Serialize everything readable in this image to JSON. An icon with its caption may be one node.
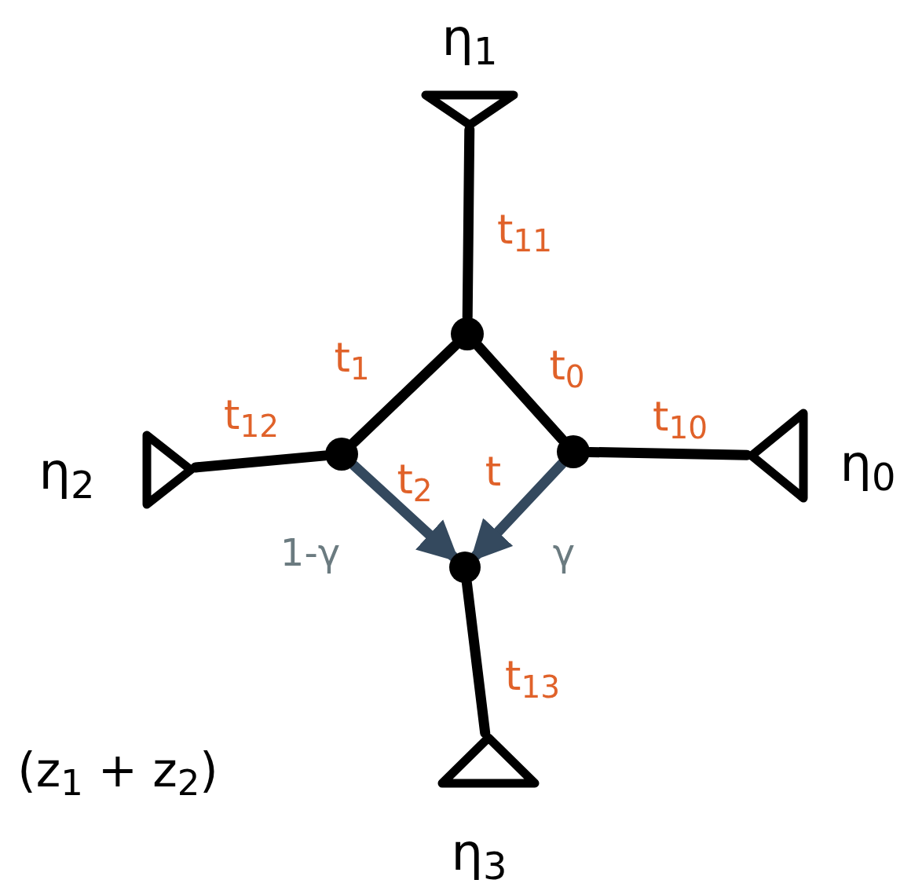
{
  "diagram": {
    "nodes": [
      {
        "text": [],
        "shape": "triangle",
        "beside": [
          "η$_{1}$"
        ]
      },
      {
        "text": [],
        "shape": "circle"
      },
      {
        "text": [],
        "shape": "circle"
      },
      {
        "text": [],
        "shape": "circle"
      },
      {
        "text": [],
        "shape": "triangle",
        "beside": [
          "η$_{2}$"
        ]
      },
      {
        "text": [],
        "shape": "triangle",
        "beside": [
          "η$_{0}$"
        ]
      },
      {
        "text": [],
        "shape": "circle"
      },
      {
        "text": [],
        "shape": "triangle",
        "beside": [
          "η$_{3}$"
        ]
      }
    ],
    "edges": [
      {
        "from": 0,
        "to": 1,
        "arrow": "none",
        "label": "t$_{11}$"
      },
      {
        "from": 1,
        "to": 2,
        "arrow": "none",
        "label": "t$_{1}$"
      },
      {
        "from": 1,
        "to": 3,
        "arrow": "none",
        "label": "t$_{0}$"
      },
      {
        "from": 4,
        "to": 2,
        "arrow": "none",
        "label": "t$_{12}$"
      },
      {
        "from": 3,
        "to": 5,
        "arrow": "none",
        "label": "t$_{10}$"
      },
      {
        "from": 2,
        "to": 6,
        "arrow": "to",
        "label": "t$_{2}$",
        "color": "#34495e"
      },
      {
        "from": 3,
        "to": 6,
        "arrow": "to",
        "label": "t",
        "color": "#34495e"
      },
      {
        "from": 6,
        "to": 7,
        "arrow": "none",
        "label": "t$_{13}$"
      }
    ],
    "labels": [
      "1-γ",
      "γ",
      "(z$_{1}$ + z$_{2}$)"
    ]
  }
}
